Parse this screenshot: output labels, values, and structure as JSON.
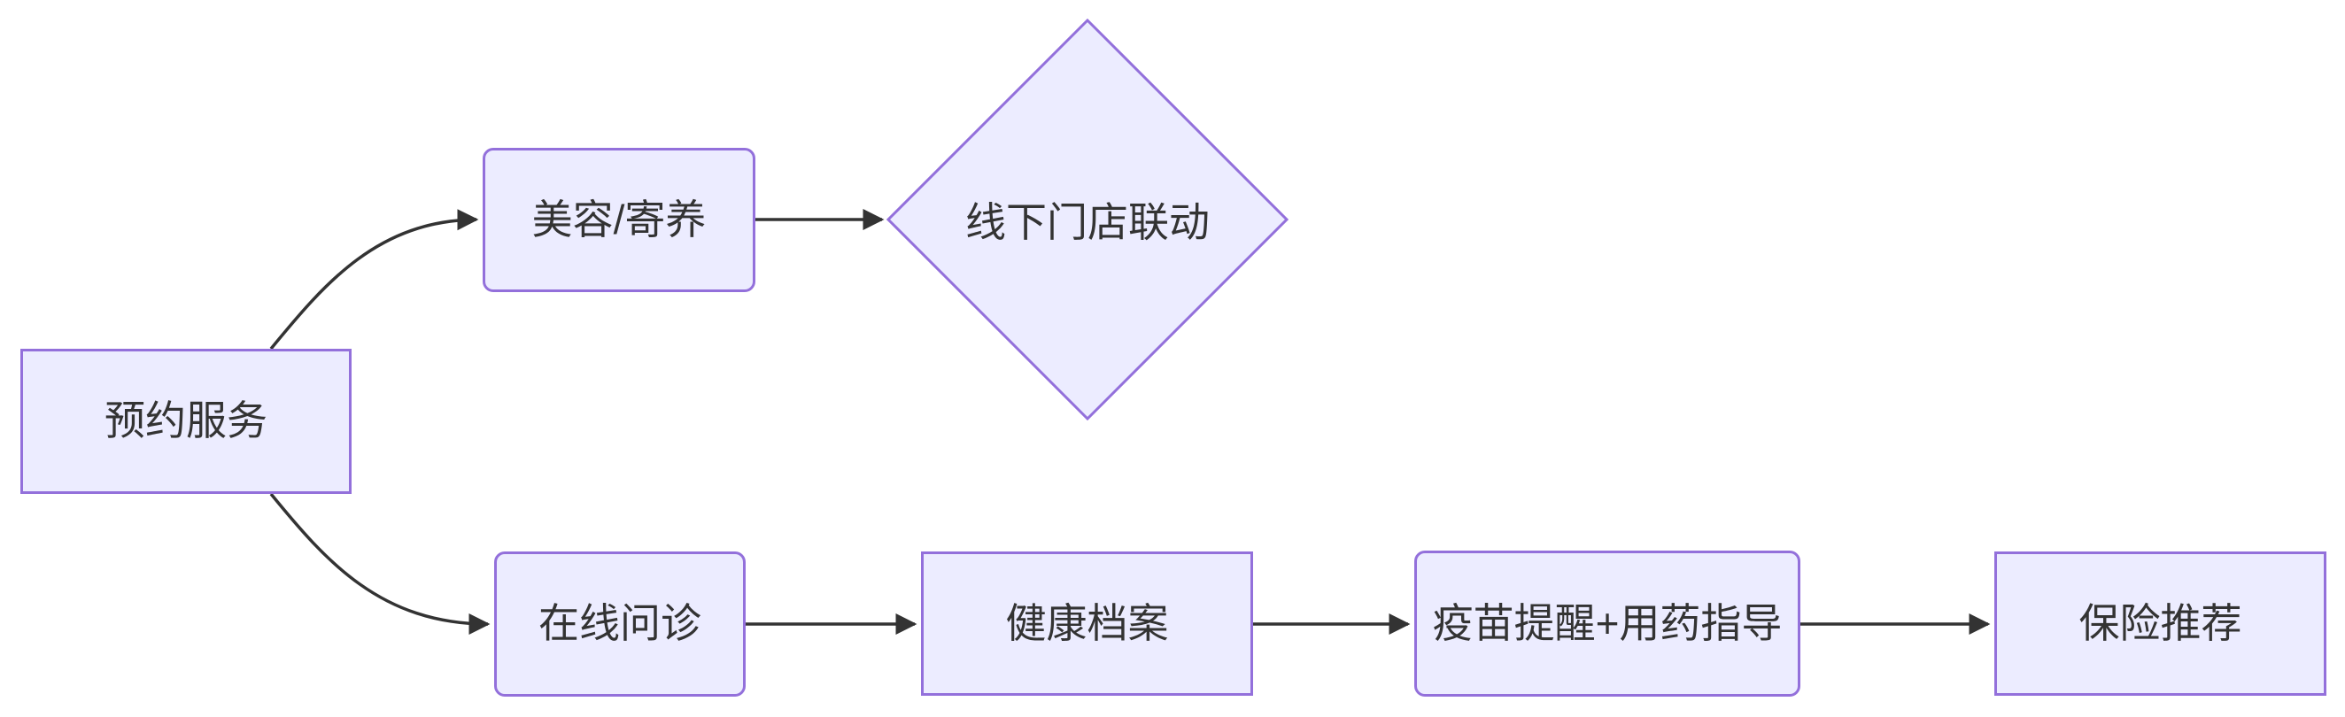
{
  "diagram": {
    "type": "flowchart",
    "direction": "left-to-right",
    "colors": {
      "node_fill": "#ECECFF",
      "node_border": "#9370DB",
      "edge": "#333333",
      "text": "#333333",
      "background": "#ffffff"
    },
    "nodes": [
      {
        "id": "booking",
        "label": "预约服务",
        "shape": "rectangle"
      },
      {
        "id": "grooming",
        "label": "美容/寄养",
        "shape": "rounded"
      },
      {
        "id": "offline",
        "label": "线下门店联动",
        "shape": "diamond"
      },
      {
        "id": "consult",
        "label": "在线问诊",
        "shape": "rounded"
      },
      {
        "id": "records",
        "label": "健康档案",
        "shape": "rectangle"
      },
      {
        "id": "vaccine",
        "label": "疫苗提醒+用药指导",
        "shape": "rounded"
      },
      {
        "id": "insurance",
        "label": "保险推荐",
        "shape": "rectangle"
      }
    ],
    "edges": [
      {
        "from": "预约服务",
        "to": "美容/寄养",
        "style": "curved-arrow"
      },
      {
        "from": "预约服务",
        "to": "在线问诊",
        "style": "curved-arrow"
      },
      {
        "from": "美容/寄养",
        "to": "线下门店联动",
        "style": "straight-arrow"
      },
      {
        "from": "在线问诊",
        "to": "健康档案",
        "style": "straight-arrow"
      },
      {
        "from": "健康档案",
        "to": "疫苗提醒+用药指导",
        "style": "straight-arrow"
      },
      {
        "from": "疫苗提醒+用药指导",
        "to": "保险推荐",
        "style": "straight-arrow"
      }
    ]
  }
}
